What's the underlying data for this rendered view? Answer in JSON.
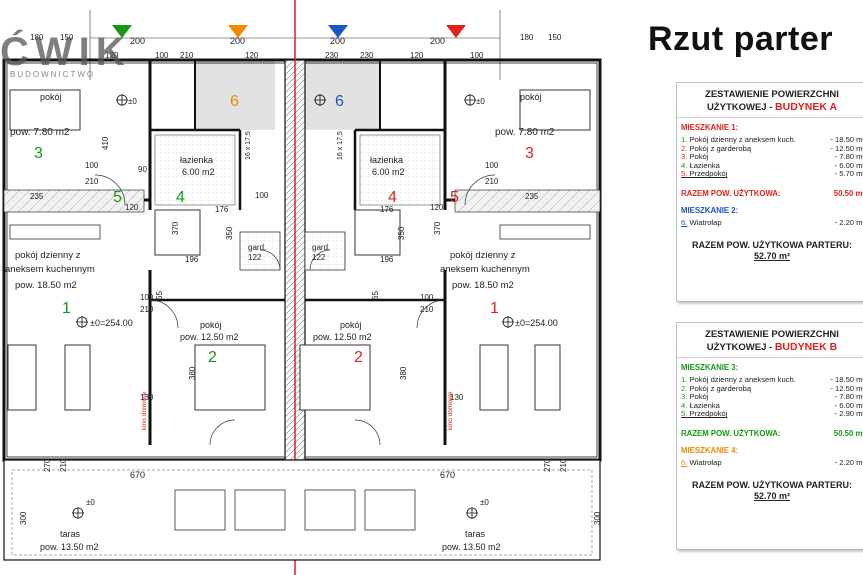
{
  "heading": "Rzut parter",
  "logo": {
    "text": "ĆWIK",
    "subtext": "BUDOWNICTWO"
  },
  "colors": {
    "green": "#149b14",
    "red": "#e0221b",
    "blue": "#1a56c5",
    "orange": "#f08a00"
  },
  "plan": {
    "dims_top_left": [
      "200",
      "200"
    ],
    "dims_top_right": [
      "200",
      "200"
    ],
    "dims_top_small": [
      "120",
      "100",
      "210",
      "120",
      "230",
      "230",
      "120",
      "100"
    ],
    "dims_edges": [
      "180",
      "150",
      "180",
      "150"
    ],
    "room_markers": {
      "m1": "1",
      "m2": "2",
      "m3": "3",
      "m4": "4",
      "m5": "5",
      "m6": "6"
    },
    "left": {
      "bedroom_a": {
        "name": "pokój",
        "area": "pow. 7.80 m2"
      },
      "bathroom": {
        "name": "łazienka",
        "area": "6.00 m2"
      },
      "living": {
        "line1": "pokój dzienny z",
        "line2": "aneksem kuchennym",
        "area": "pow. 18.50 m2"
      },
      "room2": {
        "name": "pokój",
        "area": "pow. 12.50 m2"
      },
      "gard": {
        "name": "gard.",
        "dim": "122"
      },
      "level": "±0=254.00",
      "terrace": {
        "name": "taras",
        "area": "pow. 13.50 m2"
      },
      "stairs": "16 x 17,5",
      "kino": "kino domowe"
    },
    "right": {
      "bedroom_a": {
        "name": "pokój",
        "area": "pow. 7.80 m2"
      },
      "bathroom": {
        "name": "łazienka",
        "area": "6.00 m2"
      },
      "living": {
        "line1": "pokój dzienny z",
        "line2": "aneksem kuchennym",
        "area": "pow. 18.50 m2"
      },
      "room2": {
        "name": "pokój",
        "area": "pow. 12.50 m2"
      },
      "gard": {
        "name": "gard.",
        "dim": "122"
      },
      "level": "±0=254.00",
      "terrace": {
        "name": "taras",
        "area": "pow. 13.50 m2"
      },
      "stairs": "16 x 17,5",
      "kino": "kino domowe"
    },
    "dims_mid": [
      "100",
      "100",
      "210",
      "90",
      "100",
      "210",
      "120",
      "120",
      "235",
      "235",
      "176",
      "176",
      "196",
      "196",
      "370",
      "350",
      "350",
      "370",
      "410",
      "380",
      "380",
      "65",
      "65",
      "100",
      "210",
      "100",
      "210",
      "130",
      "130"
    ],
    "dims_bottom": [
      "670",
      "670",
      "270",
      "270",
      "210",
      "210",
      "300",
      "300",
      "±0",
      "±0",
      "±0",
      "±0"
    ]
  },
  "building_a": {
    "heading_line1": "ZESTAWIENIE POWIERZCHNI",
    "heading_line2": "UŻYTKOWEJ - ",
    "heading_building": "BUDYNEK A",
    "section1": "MIESZKANIE 1:",
    "rows1": [
      {
        "num": "1.",
        "label": "Pokój dzienny z aneksem kuch.",
        "value": "- 18.50 m²"
      },
      {
        "num": "2.",
        "label": "Pokój z garderobą",
        "value": "- 12.50 m²"
      },
      {
        "num": "3.",
        "label": "Pokój",
        "value": "- 7.80 m²"
      },
      {
        "num": "4.",
        "label": "Łazienka",
        "value": "- 6.00 m²"
      },
      {
        "num": "5.",
        "label": "Przedpokój",
        "value": "- 5.70 m²"
      }
    ],
    "total_label": "RAZEM POW. UŻYTKOWA:",
    "total_value": "50.50 m²",
    "section2": "MIESZKANIE 2:",
    "rows2": [
      {
        "num": "6.",
        "label": "Wiatrołap",
        "value": "- 2.20 m²"
      }
    ],
    "final_label": "RAZEM POW. UŻYTKOWA PARTERU:",
    "final_value": "52.70 m²"
  },
  "building_b": {
    "heading_line1": "ZESTAWIENIE POWIERZCHNI",
    "heading_line2": "UŻYTKOWEJ - ",
    "heading_building": "BUDYNEK B",
    "section1": "MIESZKANIE 3:",
    "rows1": [
      {
        "num": "1.",
        "label": "Pokój dzienny z aneksem kuch.",
        "value": "- 18.50 m²"
      },
      {
        "num": "2.",
        "label": "Pokój z garderobą",
        "value": "- 12.50 m²"
      },
      {
        "num": "3.",
        "label": "Pokój",
        "value": "- 7.80 m²"
      },
      {
        "num": "4.",
        "label": "Łazienka",
        "value": "- 6.00 m²"
      },
      {
        "num": "5.",
        "label": "Przedpokój",
        "value": "- 2.90 m²"
      }
    ],
    "total_label": "RAZEM POW. UŻYTKOWA:",
    "total_value": "50.50 m²",
    "section2": "MIESZKANIE 4:",
    "rows2": [
      {
        "num": "6.",
        "label": "Wiatrołap",
        "value": "- 2.20 m²"
      }
    ],
    "final_label": "RAZEM POW. UŻYTKOWA PARTERU:",
    "final_value": "52.70 m²"
  }
}
